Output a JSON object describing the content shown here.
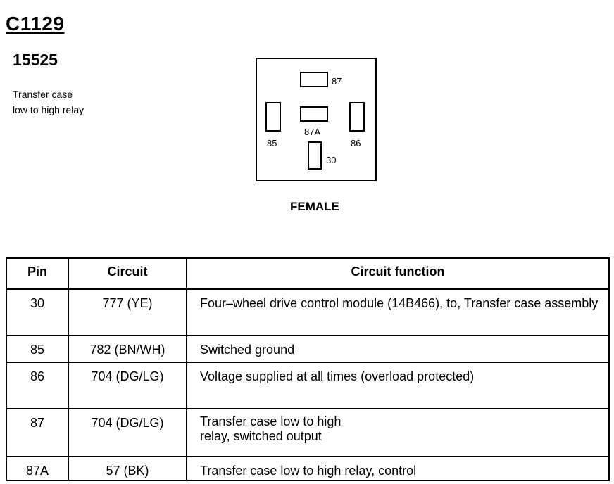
{
  "header": {
    "connector_id": "C1129",
    "part_number": "15525",
    "description_line1": "Transfer case",
    "description_line2": "low to high relay"
  },
  "connector_view": {
    "pins": [
      {
        "id": "87",
        "label": "87"
      },
      {
        "id": "85",
        "label": "85"
      },
      {
        "id": "87A",
        "label": "87A"
      },
      {
        "id": "86",
        "label": "86"
      },
      {
        "id": "30",
        "label": "30"
      }
    ],
    "gender_label": "FEMALE"
  },
  "table": {
    "headers": [
      "Pin",
      "Circuit",
      "Circuit function"
    ],
    "rows": [
      {
        "pin": "30",
        "circuit": "777 (YE)",
        "function": "Four–wheel drive control module (14B466), to, Transfer case assembly"
      },
      {
        "pin": "85",
        "circuit": "782 (BN/WH)",
        "function": "Switched ground"
      },
      {
        "pin": "86",
        "circuit": "704 (DG/LG)",
        "function": "Voltage supplied at all times (overload protected)"
      },
      {
        "pin": "87",
        "circuit": "704 (DG/LG)",
        "function": "Transfer case low to high\nrelay, switched output"
      },
      {
        "pin": "87A",
        "circuit": "57 (BK)",
        "function": "Transfer case low to high relay, control"
      }
    ]
  }
}
